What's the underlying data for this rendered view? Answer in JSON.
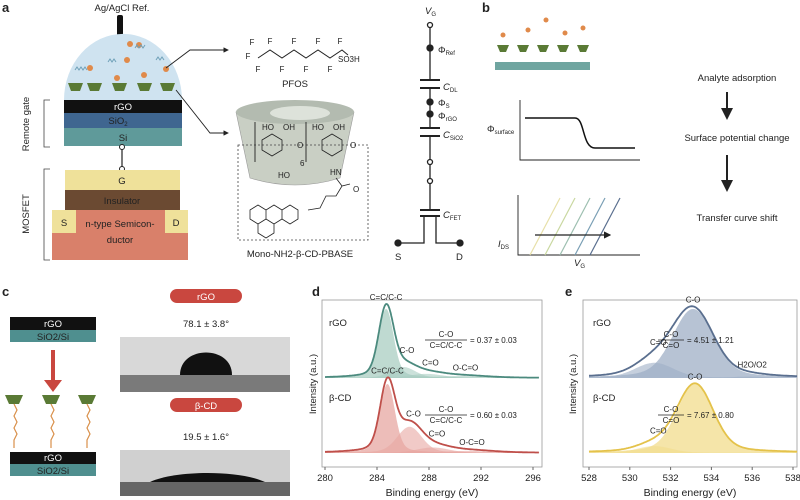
{
  "panel_labels": {
    "a": "a",
    "b": "b",
    "c": "c",
    "d": "d",
    "e": "e"
  },
  "panel_a": {
    "ref_electrode": "Ag/AgCl Ref.",
    "remote_gate": "Remote gate",
    "mosfet": "MOSFET",
    "layers": {
      "rgo": "rGO",
      "sio2": "SiO",
      "sio2_sub": "2",
      "si": "Si",
      "gate": "G",
      "insulator": "Insulator",
      "source": "S",
      "drain": "D",
      "semiconductor_1": "n-type Semicon-",
      "semiconductor_2": "ductor"
    },
    "pfos_label": "PFOS",
    "pfos_group": "SO3H",
    "fluorine": "F",
    "cd_label": "Mono-NH2-β-CD-PBASE",
    "cd_repeat": "6",
    "cd_groups": {
      "ho": "HO",
      "oh": "OH",
      "o": "O",
      "hn": "HN"
    },
    "circuit": {
      "vg": "V",
      "vg_sub": "G",
      "phi_ref": "Φ",
      "phi_ref_sub": "Ref",
      "c_dl": "C",
      "c_dl_sub": "DL",
      "phi_s": "Φ",
      "phi_s_sub": "S",
      "phi_rgo": "Φ",
      "phi_rgo_sub": "rGO",
      "c_sio2": "C",
      "c_sio2_sub": "SiO2",
      "c_fet": "C",
      "c_fet_sub": "FET",
      "s": "S",
      "d": "D"
    }
  },
  "panel_b": {
    "step1": "Analyte adsorption",
    "step2": "Surface potential change",
    "step3": "Transfer curve shift",
    "phi_surface": "Φ",
    "phi_surface_sub": "surface",
    "ids": "I",
    "ids_sub": "DS",
    "vg": "V",
    "vg_sub": "G"
  },
  "panel_c": {
    "rgo": "rGO",
    "substrate": "SiO2/Si",
    "rgo_badge": "rGO",
    "rgo_angle": "78.1 ± 3.8°",
    "cd_badge": "β-CD",
    "cd_angle": "19.5 ± 1.6°",
    "badge_color": "#c9473f"
  },
  "chart_data": [
    {
      "type": "area",
      "panel": "d",
      "xlabel": "Binding energy (eV)",
      "ylabel": "Intensity (a.u.)",
      "xlim": [
        280,
        296.5
      ],
      "xticks": [
        "280",
        "284",
        "288",
        "292",
        "296"
      ],
      "series": [
        {
          "name": "rGO",
          "color": "#4b8a7e",
          "fill": "#a9cdc2",
          "peaks": [
            {
              "label": "C=C/C-C",
              "center": 284.7,
              "amp": 1.0,
              "width": 0.55
            },
            {
              "label": "C-O",
              "center": 286.0,
              "amp": 0.16,
              "width": 0.9
            },
            {
              "label": "C=O",
              "center": 287.8,
              "amp": 0.06,
              "width": 1.2
            },
            {
              "label": "O-C=O",
              "center": 290.5,
              "amp": 0.03,
              "width": 1.8
            }
          ],
          "ratio_num": "C-O",
          "ratio_den": "C=C/C-C",
          "ratio_value": "= 0.37 ± 0.03"
        },
        {
          "name": "β-CD",
          "color": "#bf4f4a",
          "fill": "#e7a7a1",
          "peaks": [
            {
              "label": "C=C/C-C",
              "center": 284.8,
              "amp": 1.0,
              "width": 0.55
            },
            {
              "label": "C-O",
              "center": 286.5,
              "amp": 0.38,
              "width": 0.9
            },
            {
              "label": "C=O",
              "center": 288.3,
              "amp": 0.08,
              "width": 1.2
            },
            {
              "label": "O-C=O",
              "center": 291.0,
              "amp": 0.03,
              "width": 1.8
            }
          ],
          "ratio_num": "C-O",
          "ratio_den": "C=C/C-C",
          "ratio_value": "= 0.60 ± 0.03"
        }
      ]
    },
    {
      "type": "area",
      "panel": "e",
      "xlabel": "Binding energy (eV)",
      "ylabel": "Intensity (a.u.)",
      "xlim": [
        528,
        538.2
      ],
      "xticks": [
        "528",
        "530",
        "532",
        "534",
        "536",
        "538"
      ],
      "series": [
        {
          "name": "rGO",
          "color": "#5a6f8f",
          "fill": "#9fafc6",
          "peaks": [
            {
              "label": "C-O",
              "center": 533.1,
              "amp": 1.0,
              "width": 0.95
            },
            {
              "label": "C=O",
              "center": 531.2,
              "amp": 0.22,
              "width": 0.9
            },
            {
              "label": "H2O/O2",
              "center": 535.8,
              "amp": 0.02,
              "width": 0.8
            }
          ],
          "ratio_num": "C-O",
          "ratio_den": "C=O",
          "ratio_value": "= 4.51 ± 1.21",
          "extra_label": "H2O/O2"
        },
        {
          "name": "β-CD",
          "color": "#e4c24a",
          "fill": "#f2dc8c",
          "peaks": [
            {
              "label": "C-O",
              "center": 533.2,
              "amp": 1.0,
              "width": 0.85
            },
            {
              "label": "C=O",
              "center": 531.2,
              "amp": 0.1,
              "width": 0.8
            }
          ],
          "ratio_num": "C-O",
          "ratio_den": "C=O",
          "ratio_value": "= 7.67 ± 0.80"
        }
      ]
    }
  ]
}
